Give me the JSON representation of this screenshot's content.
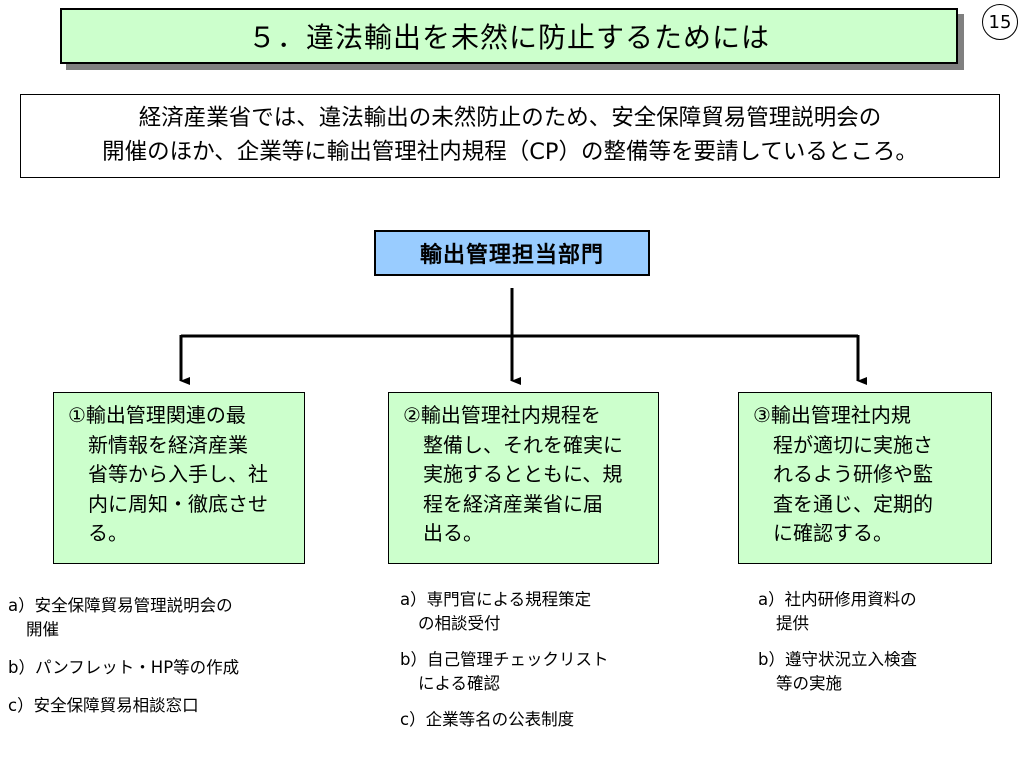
{
  "title": "５．違法輸出を未然に防止するためには",
  "page_number": "15",
  "intro": {
    "line1": "経済産業省では、違法輸出の未然防止のため、安全保障貿易管理説明会の",
    "line2": "開催のほか、企業等に輸出管理社内規程（CP）の整備等を要請しているところ。"
  },
  "department": "輸出管理担当部門",
  "roles": [
    {
      "lines": [
        "①輸出管理関連の最",
        "新情報を経済産業",
        "省等から入手し、社",
        "内に周知・徹底させ",
        "る。"
      ]
    },
    {
      "lines": [
        "②輸出管理社内規程を",
        "整備し、それを確実に",
        "実施するとともに、規",
        "程を経済産業省に届",
        "出る。"
      ]
    },
    {
      "lines": [
        "③輸出管理社内規",
        "程が適切に実施さ",
        "れるよう研修や監",
        "査を通じ、定期的",
        "に確認する。"
      ]
    }
  ],
  "measures": [
    [
      {
        "lines": [
          "a）安全保障貿易管理説明会の",
          "開催"
        ]
      },
      {
        "lines": [
          "b）パンフレット・HP等の作成"
        ]
      },
      {
        "lines": [
          "c）安全保障貿易相談窓口"
        ]
      }
    ],
    [
      {
        "lines": [
          "a）専門官による規程策定",
          "の相談受付"
        ]
      },
      {
        "lines": [
          "b）自己管理チェックリスト",
          "による確認"
        ]
      },
      {
        "lines": [
          "c）企業等名の公表制度"
        ]
      }
    ],
    [
      {
        "lines": [
          "a）社内研修用資料の",
          "提供"
        ]
      },
      {
        "lines": [
          "b）遵守状況立入検査",
          "等の実施"
        ]
      }
    ]
  ],
  "colors": {
    "title_bg": "#ccffcc",
    "dept_bg": "#99ccff",
    "role_bg": "#ccffcc",
    "shadow": "#808080"
  }
}
